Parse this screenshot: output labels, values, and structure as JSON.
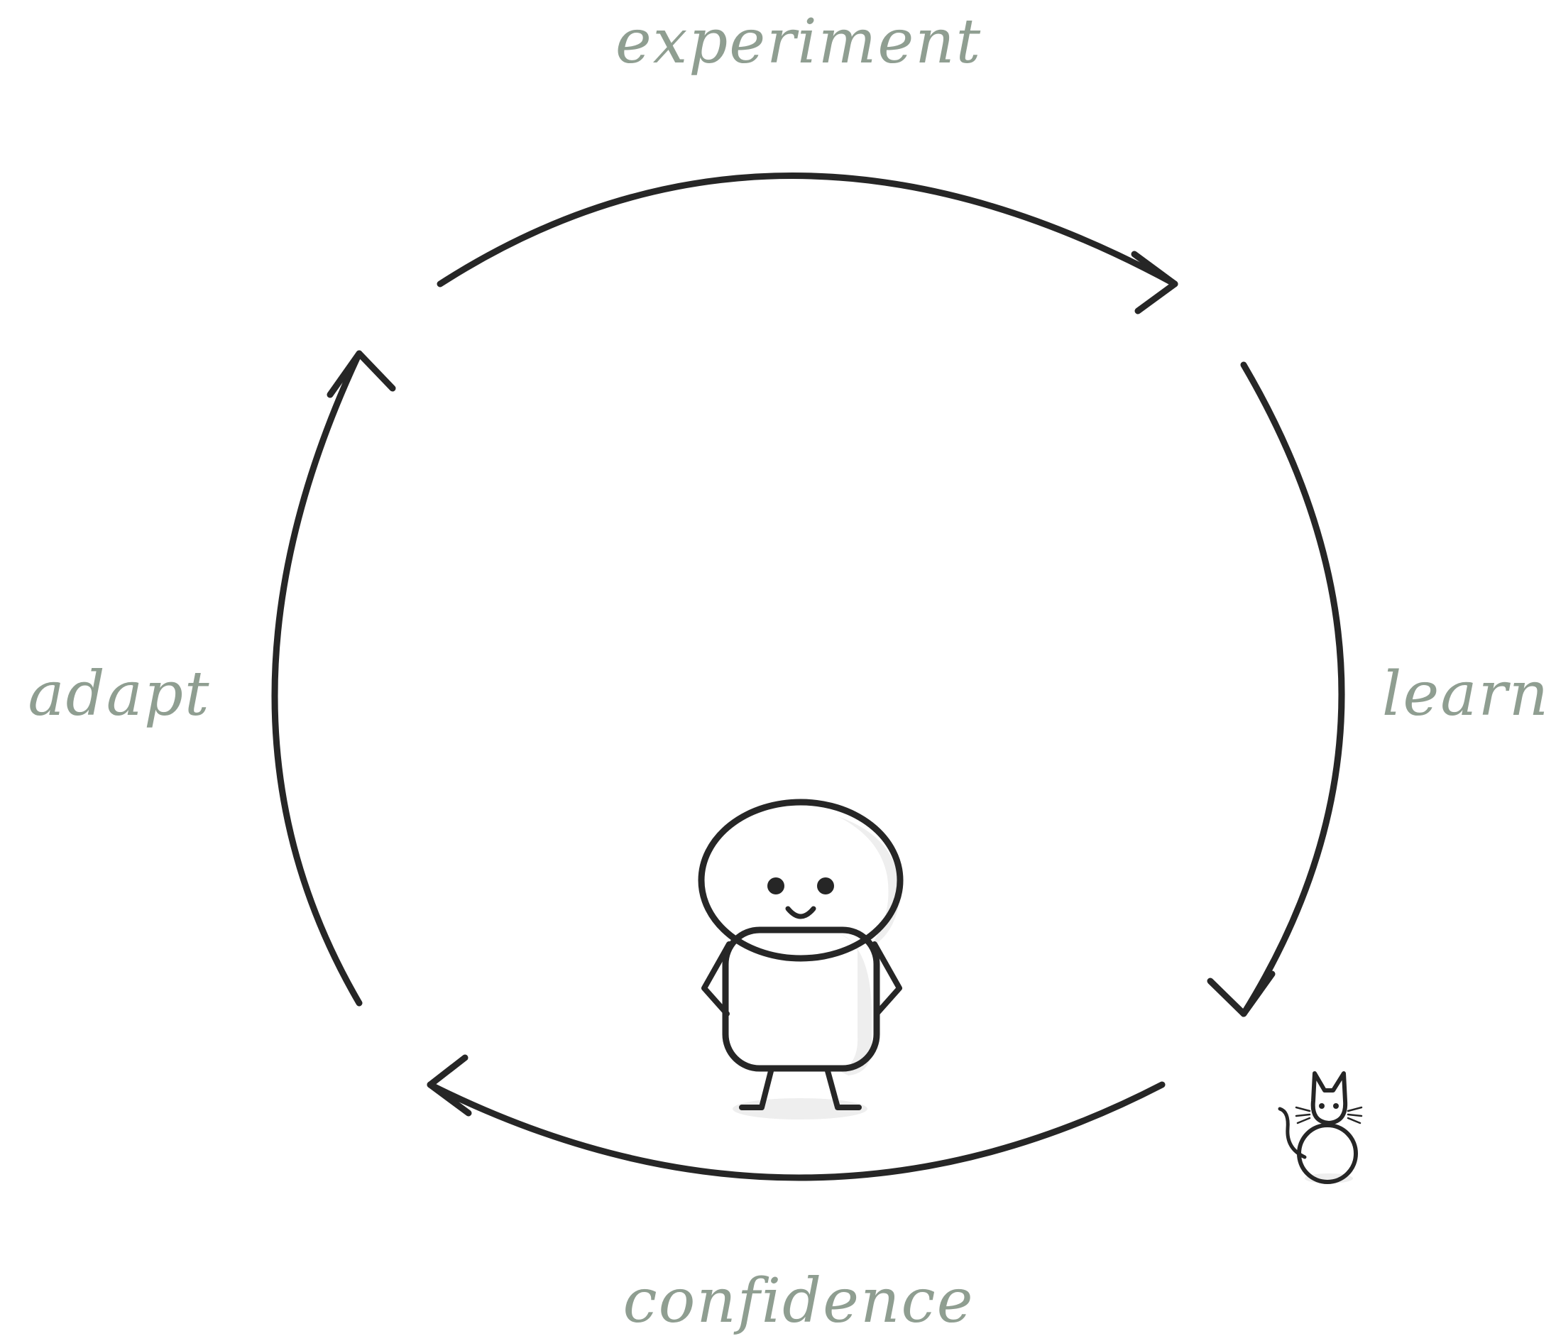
{
  "diagram": {
    "labels": {
      "top": "experiment",
      "right": "learn",
      "bottom": "confidence",
      "left": "adapt"
    },
    "colors": {
      "label": "#8f9e91",
      "stroke": "#262626",
      "shadow": "#eeeeee",
      "background": "#ffffff"
    },
    "figures": {
      "person": "smiling-stick-person",
      "cat": "cat-icon"
    }
  }
}
